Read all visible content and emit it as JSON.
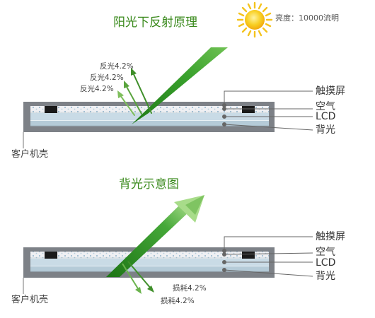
{
  "sections": [
    {
      "title": "阳光下反射原理",
      "brightness": "亮度：10000流明",
      "annotations": [
        "反光4.2%",
        "反光4.2%",
        "反光4.2%"
      ],
      "layers": [
        "触摸屏",
        "空气",
        "LCD",
        "背光"
      ],
      "case_label": "客户机壳"
    },
    {
      "title": "背光示意图",
      "annotations": [
        "损耗4.2%",
        "损耗4.2%"
      ],
      "layers": [
        "触摸屏",
        "空气",
        "LCD",
        "背光"
      ],
      "case_label": "客户机壳"
    }
  ],
  "colors": {
    "arrow_green": "#2f8a22",
    "arrow_green_light": "#8ed06b",
    "case_gray": "#7d8187",
    "lcd_blue": "#c9dbe6",
    "backlight_blue": "#b5cbd8",
    "touch_pink": "#f3d9d6",
    "sun_yellow": "#f6c21a",
    "title_green": "#3a8a1c"
  },
  "icons": [
    "sun-icon"
  ]
}
